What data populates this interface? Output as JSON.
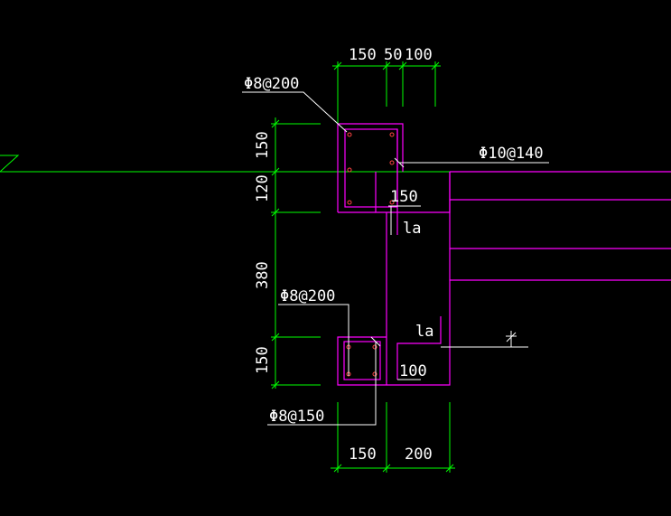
{
  "colors": {
    "background": "#000000",
    "dimension": "#00ff00",
    "concrete": "#ff00ff",
    "rebar": "#ff4444",
    "text": "#ffffff"
  },
  "dimensions": {
    "top": [
      "150",
      "50",
      "100"
    ],
    "left": [
      "150",
      "120",
      "380",
      "150"
    ],
    "bottom": [
      "150",
      "200"
    ]
  },
  "callouts": {
    "upper_stirrup": "Φ8@200",
    "main_bar": "Φ10@140",
    "lower_stirrup": "Φ8@200",
    "bottom_stirrup": "Φ8@150"
  },
  "labels": {
    "anchor_150": "150",
    "la_upper": "la",
    "la_lower": "la",
    "hook_100": "100"
  }
}
